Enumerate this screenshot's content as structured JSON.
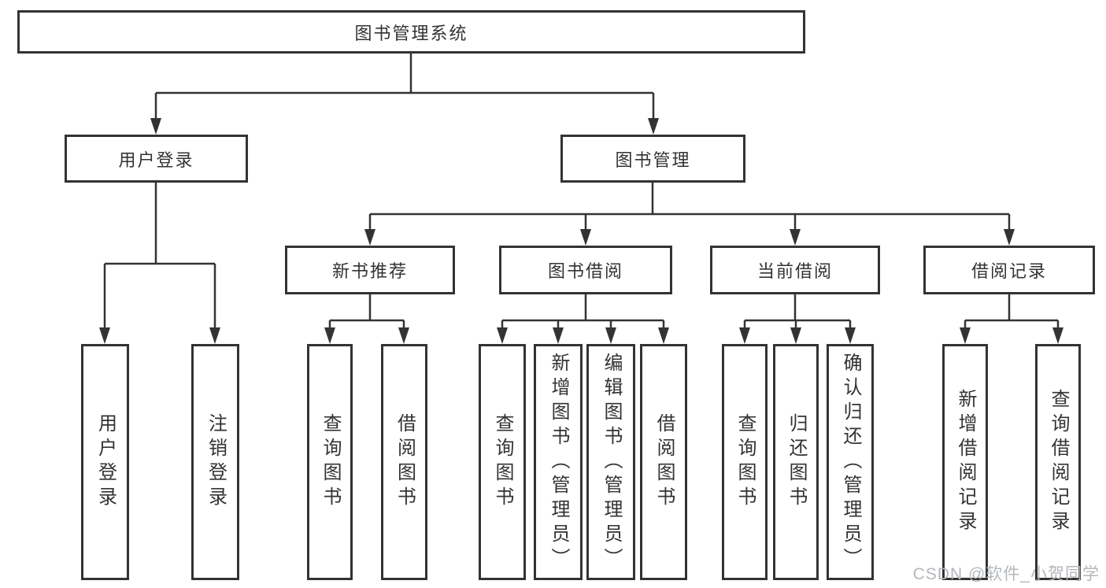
{
  "root": {
    "label": "图书管理系统"
  },
  "branches": [
    {
      "label": "用户登录"
    },
    {
      "label": "图书管理"
    }
  ],
  "modules": [
    {
      "label": "新书推荐"
    },
    {
      "label": "图书借阅"
    },
    {
      "label": "当前借阅"
    },
    {
      "label": "借阅记录"
    }
  ],
  "leaves": [
    {
      "label": "用户登录"
    },
    {
      "label": "注销登录"
    },
    {
      "label": "查询图书"
    },
    {
      "label": "借阅图书"
    },
    {
      "label": "查询图书"
    },
    {
      "label": "新增图书（管理员）"
    },
    {
      "label": "编辑图书（管理员）"
    },
    {
      "label": "借阅图书"
    },
    {
      "label": "查询图书"
    },
    {
      "label": "归还图书"
    },
    {
      "label": "确认归还（管理员）"
    },
    {
      "label": "新增借阅记录"
    },
    {
      "label": "查询借阅记录"
    }
  ],
  "watermark": "CSDN @软件_小贺同学",
  "colors": {
    "line": "#333333",
    "background": "#ffffff",
    "watermark": "#b3b7bb"
  }
}
